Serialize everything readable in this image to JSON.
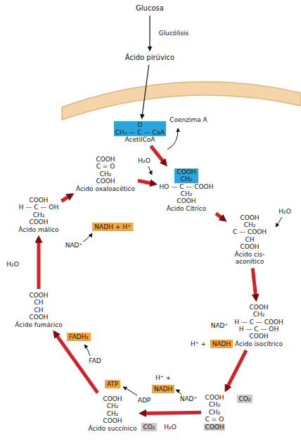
{
  "diagram": {
    "nodes": [
      {
        "text": [
          "Glucosa"
        ]
      },
      {
        "text": [
          "Ácido pirúvico"
        ]
      },
      {
        "text": [
          "O",
          "CH₃ — C — CoA",
          "AcetilCoA"
        ]
      },
      {
        "text": [
          "COOH",
          "C = O",
          "CH₂",
          "COOH",
          "Ácido oxaloacético"
        ]
      },
      {
        "text": [
          "COOH",
          "CH₂",
          "HO — C — COOH",
          "CH₂",
          "COOH",
          "Ácido Cítrico"
        ]
      },
      {
        "text": [
          "COOH",
          "CH₂",
          "C — COOH",
          "CH",
          "COOH",
          "Ácido cis-aconítico"
        ]
      },
      {
        "text": [
          "COOH",
          "CH₂",
          "H — C — COOH",
          "H — C — OH",
          "COOH",
          "Ácido isocítrico"
        ]
      },
      {
        "text": [
          "COOH",
          "CH₂",
          "CH₂",
          "C = O",
          "COOH"
        ]
      },
      {
        "text": [
          "COOH",
          "CH₂",
          "CH₂",
          "COOH",
          "Ácido succínico"
        ]
      },
      {
        "text": [
          "COOH",
          "CH",
          "CH",
          "COOH",
          "Ácido fumárico"
        ]
      },
      {
        "text": [
          "COOH",
          "H — C — OH",
          "CH₂",
          "COOH",
          "Ácido málico"
        ]
      },
      {
        "text": [
          "NADH + H⁺"
        ]
      },
      {
        "text": [
          "NADH"
        ]
      },
      {
        "text": [
          "CO₂"
        ]
      },
      {
        "text": [
          "NADH"
        ]
      },
      {
        "text": [
          "ATP"
        ]
      },
      {
        "text": [
          "CO₂"
        ]
      },
      {
        "text": [
          "FADH₂"
        ]
      }
    ],
    "edges": [
      {
        "from": 0,
        "to": 1,
        "arrow": "to",
        "label": "Glucólisis"
      },
      {
        "from": 1,
        "to": 2,
        "arrow": "to"
      },
      {
        "from": 2,
        "to": 4,
        "arrow": "to"
      },
      {
        "from": 3,
        "to": 4,
        "arrow": "to"
      },
      {
        "from": 4,
        "to": 5,
        "arrow": "to"
      },
      {
        "from": 5,
        "to": 6,
        "arrow": "to"
      },
      {
        "from": 6,
        "to": 7,
        "arrow": "to"
      },
      {
        "from": 7,
        "to": 8,
        "arrow": "to"
      },
      {
        "from": 8,
        "to": 9,
        "arrow": "to"
      },
      {
        "from": 9,
        "to": 10,
        "arrow": "to"
      },
      {
        "from": 10,
        "to": 3,
        "arrow": "to"
      }
    ],
    "labels": [
      "Coenzima A",
      "H₂O",
      "NAD⁺",
      "H₂O",
      "NAD⁺",
      "H⁺ +",
      "H⁺ +",
      "NAD⁺",
      "ADP",
      "H₂O",
      "FAD",
      "H₂O"
    ]
  }
}
